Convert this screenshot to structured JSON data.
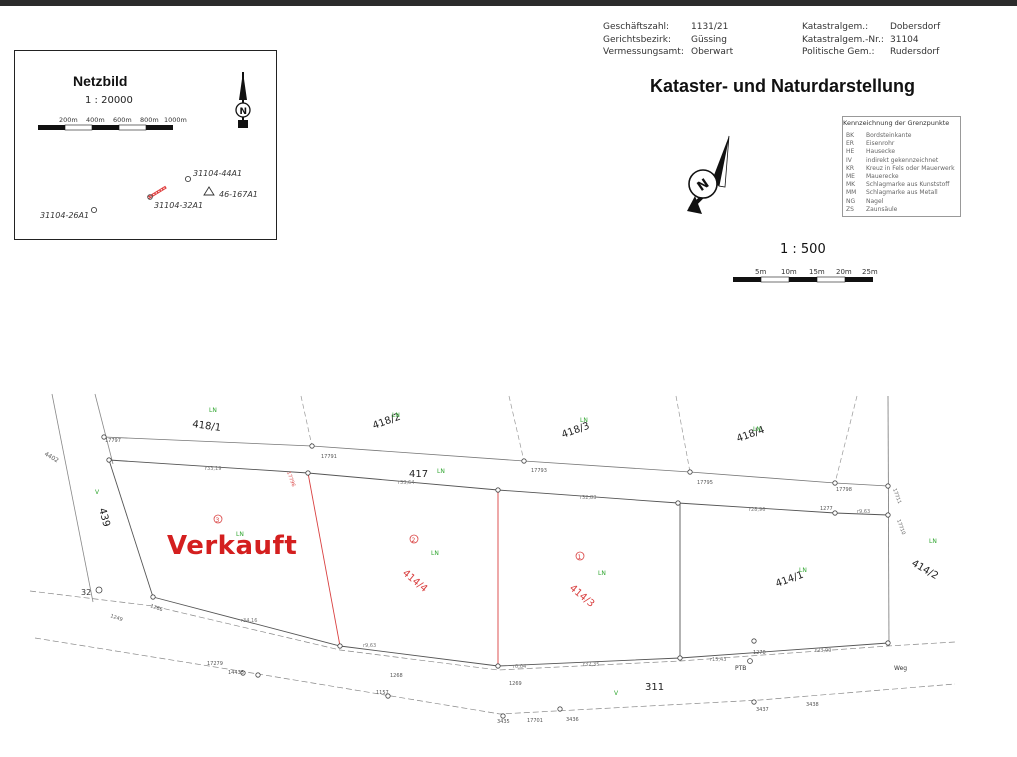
{
  "header": {
    "left_labels": [
      "Geschäftszahl:",
      "Gerichtsbezirk:",
      "Vermessungsamt:"
    ],
    "left_values": [
      "1131/21",
      "Güssing",
      "Oberwart"
    ],
    "right_labels": [
      "Katastralgem.:",
      "Katastralgem.-Nr.:",
      "Politische Gem.:"
    ],
    "right_values": [
      "Dobersdorf",
      "31104",
      "Rudersdorf"
    ]
  },
  "title": "Kataster- und Naturdarstellung",
  "netzbild": {
    "title": "Netzbild",
    "scale": "1 : 20000",
    "scale_ticks": [
      "200m",
      "400m",
      "600m",
      "800m",
      "1000m"
    ],
    "points": [
      "31104-44A1",
      "46-167A1",
      "31104-32A1",
      "31104-26A1"
    ]
  },
  "legend": {
    "title": "Kennzeichnung der Grenzpunkte",
    "rows": [
      {
        "code": "BK",
        "text": "Bordsteinkante"
      },
      {
        "code": "ER",
        "text": "Eisenrohr"
      },
      {
        "code": "HE",
        "text": "Hausecke"
      },
      {
        "code": "IV",
        "text": "indirekt gekennzeichnet"
      },
      {
        "code": "KR",
        "text": "Kreuz in Fels oder Mauerwerk"
      },
      {
        "code": "ME",
        "text": "Mauerecke"
      },
      {
        "code": "MK",
        "text": "Schlagmarke aus Kunststoff"
      },
      {
        "code": "MM",
        "text": "Schlagmarke aus Metall"
      },
      {
        "code": "NG",
        "text": "Nagel"
      },
      {
        "code": "ZS",
        "text": "Zaunsäule"
      }
    ]
  },
  "scale": {
    "label": "1 : 500",
    "ticks": [
      "5m",
      "10m",
      "15m",
      "20m",
      "25m"
    ]
  },
  "stamp": "Verkauft",
  "colors": {
    "stamp": "#d41f1f",
    "sold_boundary": "#d94040",
    "use_code": "#2fa52f"
  },
  "map": {
    "north_parcels": [
      "418/1",
      "418/2",
      "418/3",
      "418/4"
    ],
    "east_parcel": "414/2",
    "lot_parcels": [
      "414/4",
      "414/3",
      "414/1"
    ],
    "lot_numbers": [
      "3",
      "2",
      "1"
    ],
    "path_parcel": "417",
    "road_parcel": "311",
    "west_parcel": "439",
    "small_labels": [
      "4402",
      "32",
      "1249",
      "1266",
      "Weg",
      "PTB",
      "1268",
      "1269",
      "1270",
      "17791",
      "17793",
      "17795",
      "17796",
      "17797",
      "17710",
      "17711",
      "1277",
      "17798",
      "3435",
      "3436",
      "3437",
      "3438",
      "17701",
      "17279",
      "14433",
      "1157"
    ],
    "land_use": "LN",
    "road_use": "V"
  }
}
